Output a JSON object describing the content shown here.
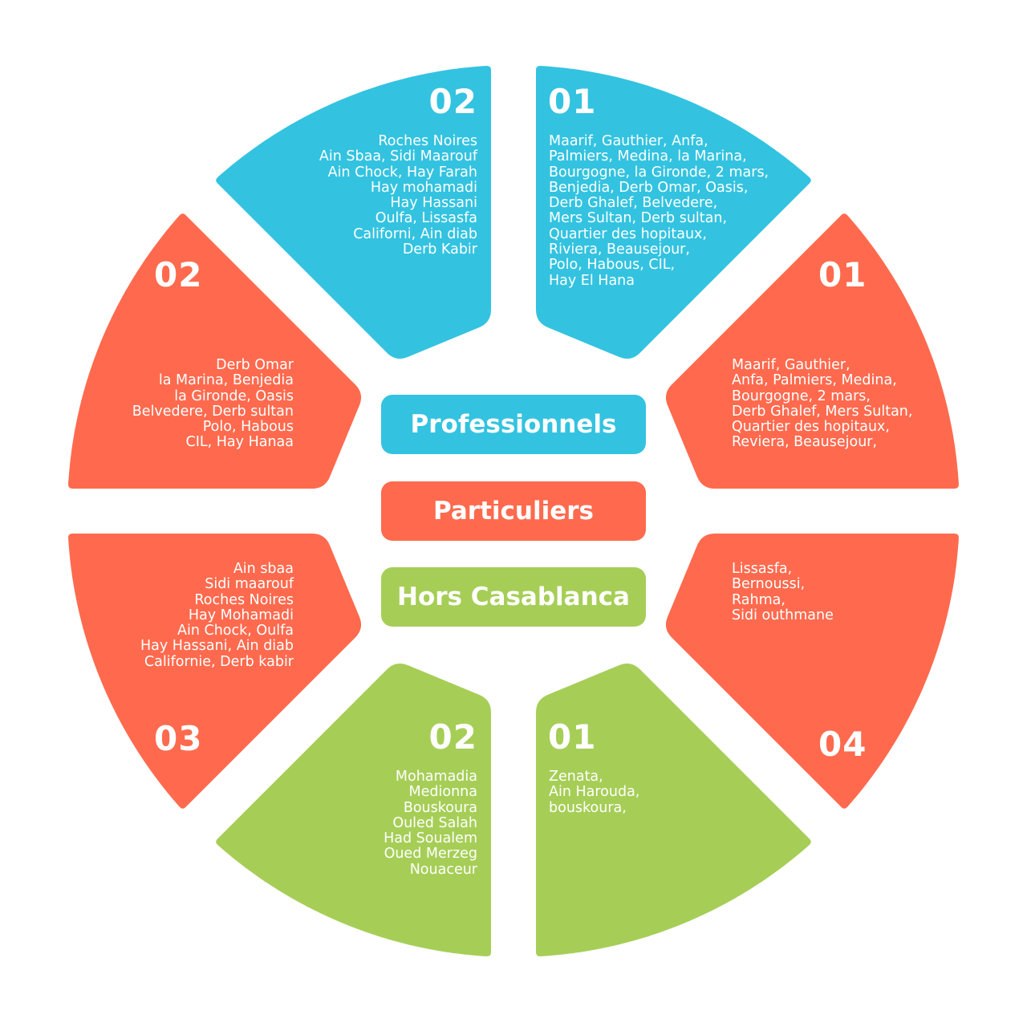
{
  "colors": {
    "professionnels": "#33C3E0",
    "particuliers": "#FF6A4E",
    "hors_casablanca": "#A6CE57",
    "background": "#FFFFFF",
    "text": "#FFFFFF"
  },
  "legend": {
    "professionnels": "Professionnels",
    "particuliers": "Particuliers",
    "hors_casablanca": "Hors Casablanca"
  },
  "segments": {
    "pro_01": {
      "number": "01",
      "lines": [
        "Maarif, Gauthier, Anfa,",
        "Palmiers, Medina, la Marina,",
        "Bourgogne, la Gironde, 2 mars,",
        "Benjedia, Derb Omar, Oasis,",
        "Derb Ghalef, Belvedere,",
        "Mers Sultan, Derb sultan,",
        "Quartier des hopitaux,",
        "Riviera, Beausejour,",
        "Polo, Habous, CIL,",
        "Hay El Hana"
      ]
    },
    "pro_02": {
      "number": "02",
      "lines": [
        "Roches Noires",
        "Ain Sbaa, Sidi Maarouf",
        "Ain Chock, Hay Farah",
        "Hay mohamadi",
        "Hay Hassani",
        "Oulfa, Lissasfa",
        "Californi, Ain diab",
        "Derb Kabir"
      ]
    },
    "part_01": {
      "number": "01",
      "lines": [
        "Maarif, Gauthier,",
        "Anfa, Palmiers, Medina,",
        "Bourgogne,  2 mars,",
        "Derb Ghalef, Mers Sultan,",
        "Quartier des hopitaux,",
        "Reviera, Beausejour,"
      ]
    },
    "part_02": {
      "number": "02",
      "lines": [
        "Derb Omar",
        "la Marina, Benjedia",
        "la Gironde, Oasis",
        "Belvedere, Derb sultan",
        "Polo, Habous",
        "CIL, Hay Hanaa"
      ]
    },
    "part_03": {
      "number": "03",
      "lines": [
        "Ain sbaa",
        "Sidi maarouf",
        "Roches Noires",
        "Hay Mohamadi",
        "Ain Chock, Oulfa",
        "Hay Hassani, Ain diab",
        "Californie, Derb kabir"
      ]
    },
    "part_04": {
      "number": "04",
      "lines": [
        "Lissasfa,",
        "Bernoussi,",
        "Rahma,",
        "Sidi outhmane"
      ]
    },
    "hors_01": {
      "number": "01",
      "lines": [
        "Zenata,",
        "Ain Harouda,",
        "bouskoura,"
      ]
    },
    "hors_02": {
      "number": "02",
      "lines": [
        "Mohamadia",
        "Medionna",
        "Bouskoura",
        "Ouled Salah",
        "Had Soualem",
        "Oued Merzeg",
        "Nouaceur"
      ]
    }
  }
}
